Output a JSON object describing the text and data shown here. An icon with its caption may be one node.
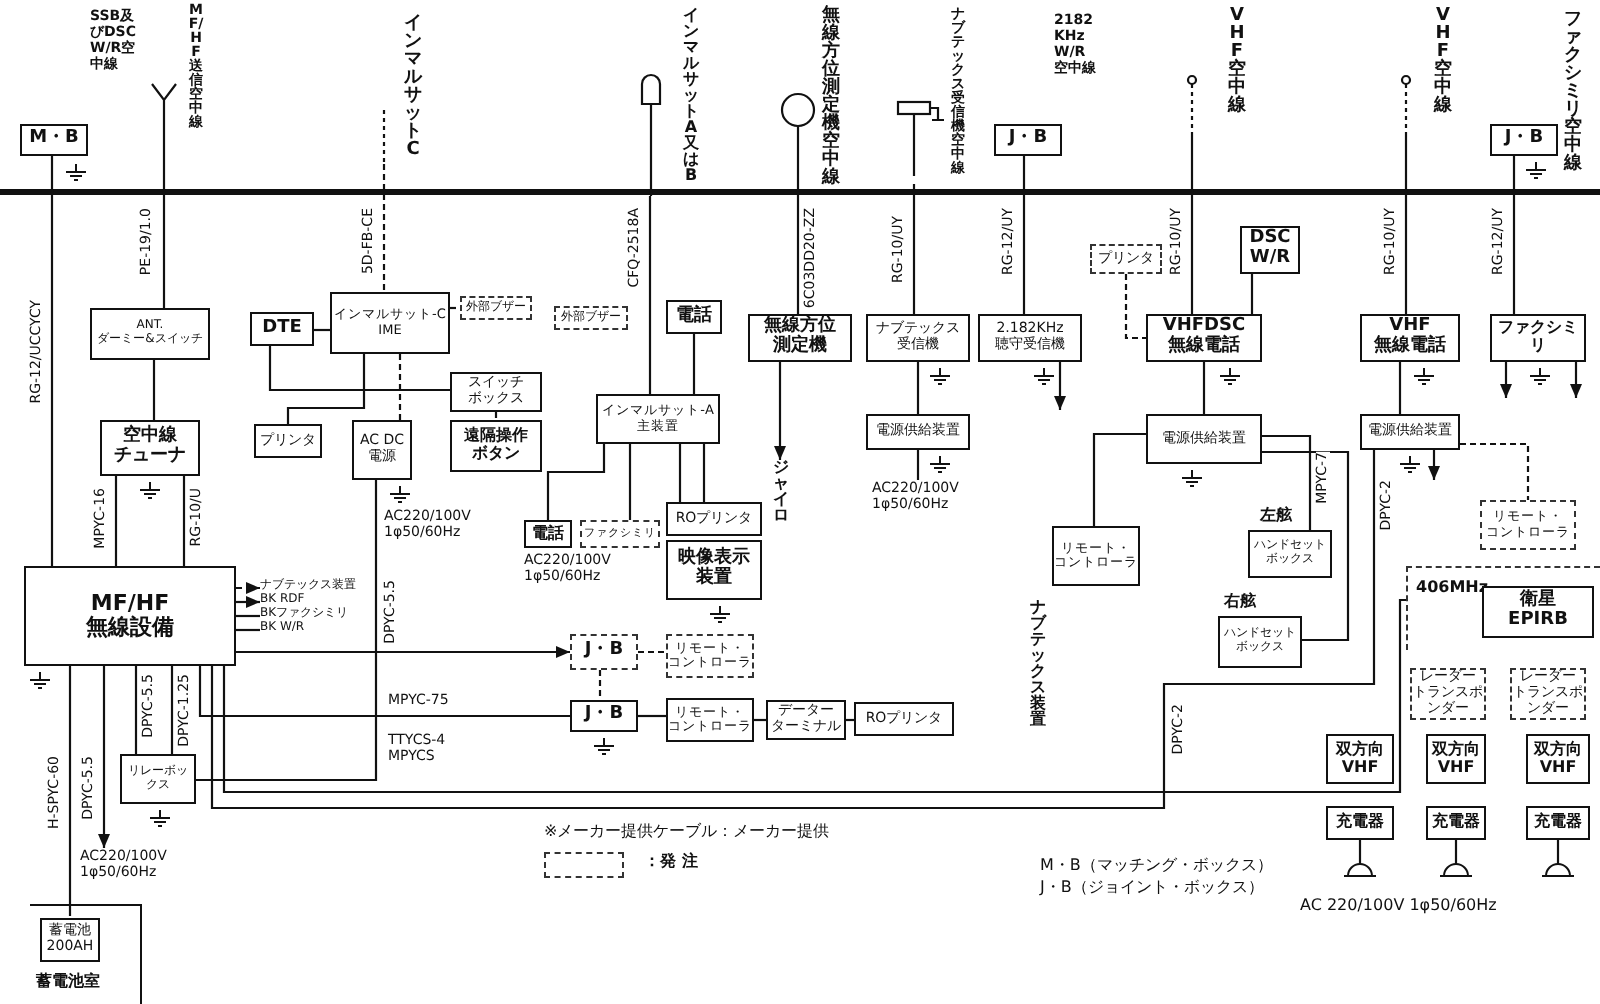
{
  "diagram": {
    "nodes": [
      {
        "text": [
          "M・B"
        ]
      },
      {
        "text": [
          "SSB及びDSC W/R空中線"
        ]
      },
      {
        "text": [
          "MF/HF送信空中線"
        ]
      },
      {
        "text": [
          "インマルサットC"
        ]
      },
      {
        "text": [
          "インマルサットA又はB"
        ]
      },
      {
        "text": [
          "無線方位測定機空中線"
        ]
      },
      {
        "text": [
          "ナブテックス受信機空中線"
        ]
      },
      {
        "text": [
          "J・B"
        ]
      },
      {
        "text": [
          "2182KHz W/R空中線"
        ]
      },
      {
        "text": [
          "VHF空中線"
        ]
      },
      {
        "text": [
          "VHF空中線"
        ]
      },
      {
        "text": [
          "J・B"
        ]
      },
      {
        "text": [
          "ファクシミリ空中線"
        ]
      },
      {
        "text": [
          "ANT.ダーミー&スイッチ"
        ]
      },
      {
        "text": [
          "空中線チューナ"
        ]
      },
      {
        "text": [
          "DTE"
        ]
      },
      {
        "text": [
          "インマルサット-C IME"
        ]
      },
      {
        "text": [
          "外部ブザー"
        ]
      },
      {
        "text": [
          "外部ブザー"
        ]
      },
      {
        "text": [
          "スイッチボックス"
        ]
      },
      {
        "text": [
          "プリンタ"
        ]
      },
      {
        "text": [
          "AC DC電源"
        ]
      },
      {
        "text": [
          "遠隔操作ボタン"
        ]
      },
      {
        "text": [
          "電話"
        ]
      },
      {
        "text": [
          "インマルサット-A主装置"
        ]
      },
      {
        "text": [
          "無線方位測定機"
        ]
      },
      {
        "text": [
          "ナブテックス受信機"
        ]
      },
      {
        "text": [
          "2.182KHz聴守受信機"
        ]
      },
      {
        "text": [
          "電源供給装置"
        ]
      },
      {
        "text": [
          "プリンタ"
        ]
      },
      {
        "text": [
          "DSC W/R"
        ]
      },
      {
        "text": [
          "VHFDSC無線電話"
        ]
      },
      {
        "text": [
          "電源供給装置"
        ]
      },
      {
        "text": [
          "VHF無線電話"
        ]
      },
      {
        "text": [
          "ファクシミリ"
        ]
      },
      {
        "text": [
          "電源供給装置"
        ]
      },
      {
        "text": [
          "リモート・コントローラ"
        ]
      },
      {
        "text": [
          "ハンドセットボックス"
        ],
        "beside": [
          "左舷"
        ]
      },
      {
        "text": [
          "ハンドセットボックス"
        ],
        "beside": [
          "右舷"
        ]
      },
      {
        "text": [
          "リモート・コントローラ"
        ]
      },
      {
        "text": [
          "MF/HF無線設備"
        ]
      },
      {
        "text": [
          "電話"
        ]
      },
      {
        "text": [
          "ファクシミリ"
        ]
      },
      {
        "text": [
          "ROプリンタ"
        ]
      },
      {
        "text": [
          "映像表示装置"
        ]
      },
      {
        "text": [
          "J・B"
        ]
      },
      {
        "text": [
          "リモート・コントローラ"
        ]
      },
      {
        "text": [
          "J・B"
        ]
      },
      {
        "text": [
          "リモート・コントローラ"
        ]
      },
      {
        "text": [
          "データーターミナル"
        ]
      },
      {
        "text": [
          "ROプリンタ"
        ]
      },
      {
        "text": [
          "リレーボックス"
        ]
      },
      {
        "text": [
          "蓄電池室"
        ]
      },
      {
        "text": [
          "蓄電池200AH"
        ],
        "in": 52
      },
      {
        "text": [
          "406MHz"
        ]
      },
      {
        "text": [
          "衛星EPIRB"
        ],
        "in": 54
      },
      {
        "text": [
          "レーダートランスポンダー"
        ]
      },
      {
        "text": [
          "レーダートランスポンダー"
        ]
      },
      {
        "text": [
          "双方向VHF"
        ]
      },
      {
        "text": [
          "双方向VHF"
        ]
      },
      {
        "text": [
          "双方向VHF"
        ]
      },
      {
        "text": [
          "充電器"
        ]
      },
      {
        "text": [
          "充電器"
        ]
      },
      {
        "text": [
          "充電器"
        ]
      },
      {
        "text": [
          "ジャイロ"
        ]
      },
      {
        "text": [
          "AC220/100V 1φ50/60Hz"
        ]
      },
      {
        "text": [
          "ナブテックス装置"
        ]
      },
      {
        "text": [
          "BK RDF"
        ]
      },
      {
        "text": [
          "BKファクシミリ"
        ]
      },
      {
        "text": [
          "BK W/R"
        ]
      },
      {
        "text": [
          "AC220/100V 1φ50/60Hz"
        ]
      }
    ],
    "edges": [
      {
        "from": 0,
        "to": 40,
        "arrow": "none",
        "label": "RG-12/UCCYCY"
      },
      {
        "from": 2,
        "to": 13,
        "arrow": "none",
        "label": "PE-19/1.0"
      },
      {
        "from": 13,
        "to": 14,
        "arrow": "none"
      },
      {
        "from": 14,
        "to": 40,
        "arrow": "none",
        "label": "MPYC-16"
      },
      {
        "from": 14,
        "to": 40,
        "arrow": "none",
        "label": "RG-10/U"
      },
      {
        "from": 3,
        "to": 16,
        "arrow": "none",
        "label": "5D-FB-CE",
        "style": "dashed"
      },
      {
        "from": 15,
        "to": 16,
        "arrow": "none"
      },
      {
        "from": 15,
        "to": 19,
        "arrow": "none"
      },
      {
        "from": 16,
        "to": 20,
        "arrow": "none"
      },
      {
        "from": 16,
        "to": 21,
        "arrow": "none",
        "style": "dashed"
      },
      {
        "from": 16,
        "to": 17,
        "arrow": "none",
        "style": "dashed"
      },
      {
        "from": 19,
        "to": 22,
        "arrow": "none",
        "style": "dashed"
      },
      {
        "from": 21,
        "to": 51,
        "arrow": "none",
        "label": "DPYC-5.5"
      },
      {
        "from": 4,
        "to": 24,
        "arrow": "none",
        "label": "CFQ-2518A"
      },
      {
        "from": 23,
        "to": 24,
        "arrow": "none"
      },
      {
        "from": 24,
        "to": 41,
        "arrow": "none"
      },
      {
        "from": 24,
        "to": 43,
        "arrow": "none"
      },
      {
        "from": 24,
        "to": 43,
        "arrow": "none"
      },
      {
        "from": 45,
        "to": 46,
        "arrow": "none",
        "style": "dashed"
      },
      {
        "from": 45,
        "to": 47,
        "arrow": "none",
        "style": "dashed"
      },
      {
        "from": 40,
        "to": 47,
        "arrow": "none",
        "label": "MPYC-75"
      },
      {
        "from": 47,
        "to": 48,
        "arrow": "none"
      },
      {
        "from": 48,
        "to": 49,
        "arrow": "none"
      },
      {
        "from": 49,
        "to": 50,
        "arrow": "none"
      },
      {
        "from": 5,
        "to": 25,
        "arrow": "none",
        "label": "6C03DD20-ZZ"
      },
      {
        "from": 25,
        "to": 64,
        "arrow": "to"
      },
      {
        "from": 6,
        "to": 26,
        "arrow": "none",
        "label": "RG-10/UY"
      },
      {
        "from": 26,
        "to": 28,
        "arrow": "none"
      },
      {
        "from": 7,
        "to": 27,
        "arrow": "none",
        "label": "RG-12/UY"
      },
      {
        "from": 9,
        "to": 31,
        "arrow": "none",
        "label": "RG-10/UY"
      },
      {
        "from": 29,
        "to": 31,
        "arrow": "none",
        "style": "dashed"
      },
      {
        "from": 30,
        "to": 31,
        "arrow": "none"
      },
      {
        "from": 31,
        "to": 32,
        "arrow": "none"
      },
      {
        "from": 32,
        "to": 37,
        "arrow": "none",
        "label": "MPYC-7"
      },
      {
        "from": 32,
        "to": 38,
        "arrow": "none"
      },
      {
        "from": 32,
        "to": 39,
        "arrow": "none"
      },
      {
        "from": 10,
        "to": 33,
        "arrow": "none",
        "label": "RG-10/UY"
      },
      {
        "from": 33,
        "to": 35,
        "arrow": "none"
      },
      {
        "from": 35,
        "to": 36,
        "arrow": "none",
        "style": "dashed"
      },
      {
        "from": 11,
        "to": 34,
        "arrow": "none",
        "label": "RG-12/UY"
      },
      {
        "from": 40,
        "to": 51,
        "arrow": "none",
        "label": "DPYC-5.5"
      },
      {
        "from": 40,
        "to": 51,
        "arrow": "none",
        "label": "DPYC-1.25"
      },
      {
        "from": 40,
        "to": 53,
        "arrow": "none",
        "label": "H-SPYC-60"
      },
      {
        "from": 40,
        "to": 70,
        "arrow": "to",
        "label": "DPYC-5.5"
      },
      {
        "from": 40,
        "to": 66,
        "arrow": "to",
        "style": "dashed"
      },
      {
        "from": 40,
        "to": 67,
        "arrow": "to"
      },
      {
        "from": 40,
        "to": 68,
        "arrow": "none"
      },
      {
        "from": 40,
        "to": 69,
        "arrow": "none"
      },
      {
        "from": 40,
        "to": 35,
        "arrow": "none",
        "label": "DPYC-2"
      },
      {
        "from": 40,
        "to": 54,
        "arrow": "none",
        "label": "TTYCS-4 MPYCS"
      },
      {
        "from": 40,
        "to": 45,
        "arrow": "to"
      },
      {
        "from": 61,
        "to": null,
        "arrow": "none"
      },
      {
        "from": 62,
        "to": null,
        "arrow": "none"
      },
      {
        "from": 63,
        "to": null,
        "arrow": "none"
      },
      {
        "from": 28,
        "to": 65,
        "arrow": "none"
      },
      {
        "from": 27,
        "to": null,
        "arrow": "to"
      },
      {
        "from": 34,
        "to": null,
        "arrow": "to"
      },
      {
        "from": 34,
        "to": null,
        "arrow": "to"
      },
      {
        "from": 35,
        "to": null,
        "arrow": "to"
      },
      {
        "from": 24,
        "to": 42,
        "arrow": "none"
      }
    ],
    "labels": [
      "AC220/100V 1φ50/60Hz",
      "AC220/100V 1φ50/60Hz",
      "ナブテックス装置",
      "DPYC-2",
      "※メーカー提供ケーブル：メーカー提供",
      "M・B（マッチング・ボックス）",
      "J・B（ジョイント・ボックス）",
      "AC 220/100V 1φ50/60Hz"
    ],
    "legend": [
      {
        "text": "：発 注"
      }
    ]
  }
}
